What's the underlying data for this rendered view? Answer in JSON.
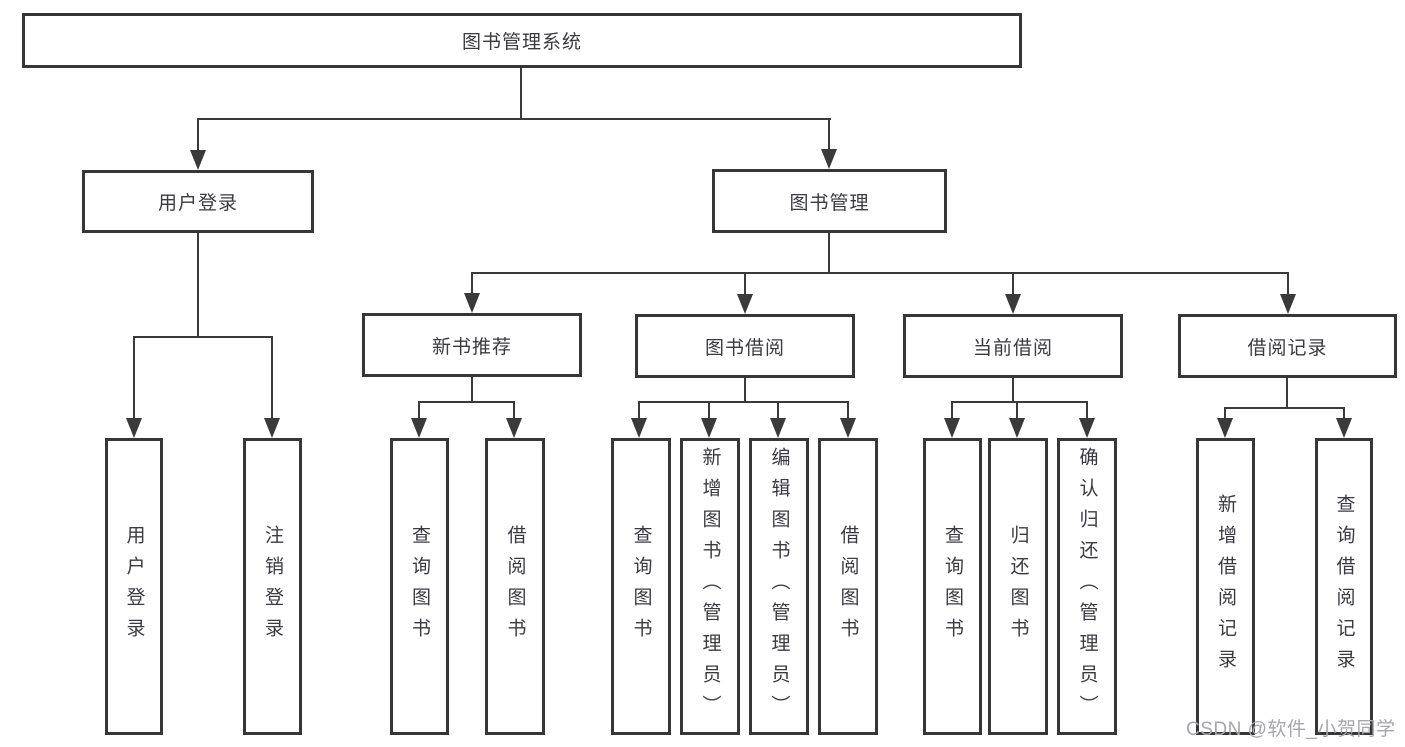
{
  "diagram": {
    "title": "图书管理系统",
    "watermark": "CSDN @软件_小贺同学",
    "colors": {
      "line": "#3a3a3a",
      "box_border": "#363636",
      "text": "#3a3a40",
      "watermark": "#a6a6ab",
      "background": "#ffffff"
    },
    "nodes": [
      {
        "id": "root",
        "label": "图书管理系统",
        "level": 1,
        "parent": null
      },
      {
        "id": "user-login",
        "label": "用户登录",
        "level": 2,
        "parent": "root"
      },
      {
        "id": "book-management",
        "label": "图书管理",
        "level": 2,
        "parent": "root"
      },
      {
        "id": "new-book-recommend",
        "label": "新书推荐",
        "level": 3,
        "parent": "book-management"
      },
      {
        "id": "book-borrow",
        "label": "图书借阅",
        "level": 3,
        "parent": "book-management"
      },
      {
        "id": "current-borrow",
        "label": "当前借阅",
        "level": 3,
        "parent": "book-management"
      },
      {
        "id": "borrow-records",
        "label": "借阅记录",
        "level": 3,
        "parent": "book-management"
      },
      {
        "id": "leaf-user-login",
        "label": "用户登录",
        "level": 4,
        "parent": "user-login"
      },
      {
        "id": "leaf-logout",
        "label": "注销登录",
        "level": 4,
        "parent": "user-login"
      },
      {
        "id": "leaf-query-book-1",
        "label": "查询图书",
        "level": 4,
        "parent": "new-book-recommend"
      },
      {
        "id": "leaf-borrow-book-1",
        "label": "借阅图书",
        "level": 4,
        "parent": "new-book-recommend"
      },
      {
        "id": "leaf-query-book-2",
        "label": "查询图书",
        "level": 4,
        "parent": "book-borrow"
      },
      {
        "id": "leaf-add-book",
        "label": "新增图书（管理员）",
        "level": 4,
        "parent": "book-borrow"
      },
      {
        "id": "leaf-edit-book",
        "label": "编辑图书（管理员）",
        "level": 4,
        "parent": "book-borrow"
      },
      {
        "id": "leaf-borrow-book-2",
        "label": "借阅图书",
        "level": 4,
        "parent": "book-borrow"
      },
      {
        "id": "leaf-query-book-3",
        "label": "查询图书",
        "level": 4,
        "parent": "current-borrow"
      },
      {
        "id": "leaf-return-book",
        "label": "归还图书",
        "level": 4,
        "parent": "current-borrow"
      },
      {
        "id": "leaf-confirm-return",
        "label": "确认归还（管理员）",
        "level": 4,
        "parent": "current-borrow"
      },
      {
        "id": "leaf-add-borrow-record",
        "label": "新增借阅记录",
        "level": 4,
        "parent": "borrow-records"
      },
      {
        "id": "leaf-query-borrow-record",
        "label": "查询借阅记录",
        "level": 4,
        "parent": "borrow-records"
      }
    ]
  }
}
